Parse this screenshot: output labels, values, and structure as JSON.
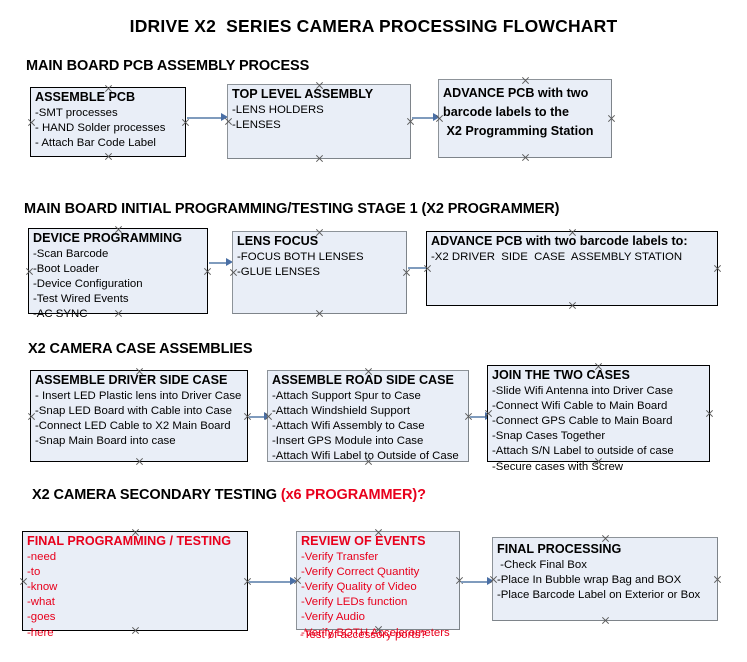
{
  "document": {
    "title": "IDRIVE X2  SERIES CAMERA PROCESSING FLOWCHART",
    "page_background": "#ffffff",
    "box_fill": "#e9eef7",
    "accent_red": "#e8001c",
    "arrow_color": "#7f9bbd"
  },
  "sections": [
    {
      "id": "main-board-pcb-assembly",
      "heading": "MAIN BOARD PCB ASSEMBLY PROCESS",
      "heading_suffix": "",
      "boxes": [
        {
          "id": "assemble-pcb",
          "head": "ASSEMBLE PCB",
          "lines": [
            "-SMT processes",
            "- HAND Solder processes",
            "- Attach Bar Code Label"
          ]
        },
        {
          "id": "top-level-assembly",
          "head": "TOP LEVEL ASSEMBLY",
          "lines": [
            "-LENS HOLDERS",
            "-LENSES"
          ]
        },
        {
          "id": "advance-pcb-to-x2-station",
          "head": "ADVANCE PCB with two\nbarcode labels to the\n X2 Programming Station",
          "lines": []
        }
      ]
    },
    {
      "id": "main-board-initial-programming",
      "heading": "MAIN BOARD INITIAL PROGRAMMING/TESTING STAGE 1 (X2 PROGRAMMER)",
      "heading_suffix": "",
      "boxes": [
        {
          "id": "device-programming",
          "head": "DEVICE PROGRAMMING",
          "lines": [
            "-Scan Barcode",
            "-Boot Loader",
            "-Device Configuration",
            "-Test Wired Events",
            "-AC SYNC"
          ]
        },
        {
          "id": "lens-focus",
          "head": "LENS FOCUS",
          "lines": [
            "-FOCUS BOTH LENSES",
            "-GLUE LENSES"
          ]
        },
        {
          "id": "advance-pcb-to-driver-side-station",
          "head": "ADVANCE PCB with two barcode labels to:",
          "lines": [
            "-X2 DRIVER  SIDE  CASE  ASSEMBLY STATION"
          ]
        }
      ]
    },
    {
      "id": "x2-camera-case-assemblies",
      "heading": "X2 CAMERA CASE ASSEMBLIES",
      "heading_suffix": "",
      "boxes": [
        {
          "id": "assemble-driver-side-case",
          "head": "ASSEMBLE DRIVER SIDE CASE",
          "lines": [
            "- Insert LED Plastic lens into Driver Case",
            "-Snap LED Board with Cable into Case",
            "-Connect LED Cable to X2 Main Board",
            "-Snap Main Board into case"
          ]
        },
        {
          "id": "assemble-road-side-case",
          "head": "ASSEMBLE ROAD SIDE CASE",
          "lines": [
            "-Attach Support Spur to Case",
            "-Attach Windshield Support",
            "-Attach Wifi Assembly to Case",
            "-Insert GPS Module into Case",
            "-Attach Wifi Label to Outside of Case"
          ]
        },
        {
          "id": "join-the-two-cases",
          "head": "JOIN THE TWO CASES",
          "lines": [
            "-Slide Wifi Antenna into Driver Case",
            "-Connect Wifi Cable to Main Board",
            "-Connect GPS Cable to Main Board",
            "-Snap Cases Together",
            "-Attach S/N Label to outside of case",
            "-Secure cases with Screw"
          ]
        }
      ]
    },
    {
      "id": "x2-camera-secondary-testing",
      "heading": "X2 CAMERA SECONDARY TESTING ",
      "heading_suffix": "(x6 PROGRAMMER)?",
      "boxes": [
        {
          "id": "final-programming-testing",
          "head": "FINAL PROGRAMMING / TESTING",
          "lines": [
            "-need",
            "-to",
            "-know",
            "-what",
            "-goes",
            "-here"
          ]
        },
        {
          "id": "review-of-events",
          "head": "REVIEW OF EVENTS",
          "lines": [
            "-Verify Transfer",
            "-Verify Correct Quantity",
            "-Verify Quality of Video",
            "-Verify LEDs function",
            "-Verify Audio",
            "-Verify BOTH Accelerometers"
          ],
          "overflow_line": "-Test of accessory ports?"
        },
        {
          "id": "final-processing",
          "head": "FINAL PROCESSING",
          "lines": [
            " -Check Final Box",
            "-Place In Bubble wrap Bag and BOX",
            "-Place Barcode Label on Exterior or Box"
          ]
        }
      ]
    }
  ]
}
